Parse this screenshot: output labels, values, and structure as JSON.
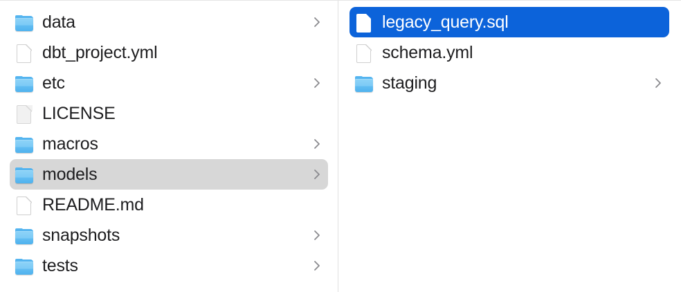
{
  "window": {
    "view": "column-view",
    "accent_color": "#0c63da",
    "highlight_gray": "#d7d7d7",
    "divider_color": "#e0e0e0",
    "background": "#ffffff"
  },
  "columns": [
    {
      "name": "parent-column",
      "items": [
        {
          "label": "data",
          "icon": "folder-icon",
          "kind": "folder",
          "chevron": true,
          "state": "normal"
        },
        {
          "label": "dbt_project.yml",
          "icon": "file-icon",
          "kind": "file",
          "chevron": false,
          "state": "normal"
        },
        {
          "label": "etc",
          "icon": "folder-icon",
          "kind": "folder",
          "chevron": true,
          "state": "normal"
        },
        {
          "label": "LICENSE",
          "icon": "generic-file-icon",
          "kind": "file",
          "chevron": false,
          "state": "normal"
        },
        {
          "label": "macros",
          "icon": "folder-icon",
          "kind": "folder",
          "chevron": true,
          "state": "normal"
        },
        {
          "label": "models",
          "icon": "folder-icon",
          "kind": "folder",
          "chevron": true,
          "state": "selected-inactive"
        },
        {
          "label": "README.md",
          "icon": "file-icon",
          "kind": "file",
          "chevron": false,
          "state": "normal"
        },
        {
          "label": "snapshots",
          "icon": "folder-icon",
          "kind": "folder",
          "chevron": true,
          "state": "normal"
        },
        {
          "label": "tests",
          "icon": "folder-icon",
          "kind": "folder",
          "chevron": true,
          "state": "normal"
        }
      ]
    },
    {
      "name": "child-column",
      "items": [
        {
          "label": "legacy_query.sql",
          "icon": "file-icon",
          "kind": "file",
          "chevron": false,
          "state": "selected-active"
        },
        {
          "label": "schema.yml",
          "icon": "file-icon",
          "kind": "file",
          "chevron": false,
          "state": "normal"
        },
        {
          "label": "staging",
          "icon": "folder-icon",
          "kind": "folder",
          "chevron": true,
          "state": "normal"
        }
      ]
    }
  ]
}
